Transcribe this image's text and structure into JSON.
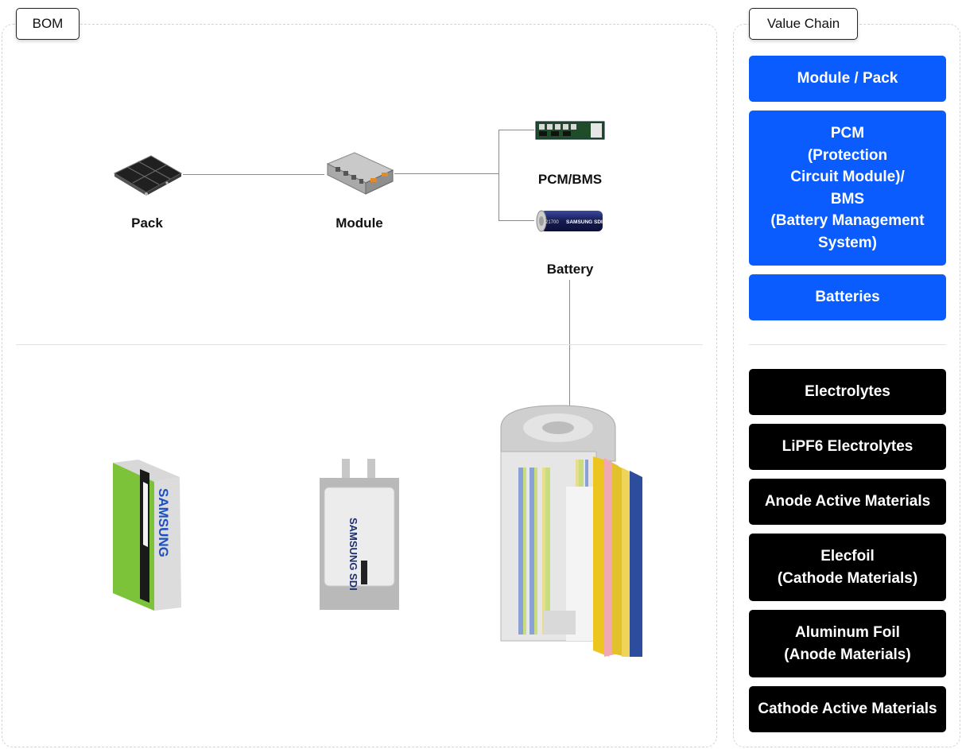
{
  "bom": {
    "tag": "BOM",
    "pack_label": "Pack",
    "module_label": "Module",
    "pcm_label": "PCM/BMS",
    "battery_label": "Battery",
    "pcb_text": "",
    "cell_brand": "SAMSUNG SDI",
    "cell_model": "21700",
    "prismatic_brand": "SAMSUNG",
    "pouch_brand": "SAMSUNG SDI"
  },
  "value_chain": {
    "tag": "Value Chain",
    "upstream": [
      "Module / Pack",
      "PCM\n(Protection\nCircuit Module)/\nBMS\n(Battery Management\nSystem)",
      "Batteries"
    ],
    "materials": [
      "Electrolytes",
      "LiPF6 Electrolytes",
      "Anode Active Materials",
      "Elecfoil\n(Cathode Materials)",
      "Aluminum Foil\n(Anode Materials)",
      "Cathode Active Materials"
    ],
    "colors": {
      "upstream": "#0a5cff",
      "materials": "#000000"
    }
  }
}
